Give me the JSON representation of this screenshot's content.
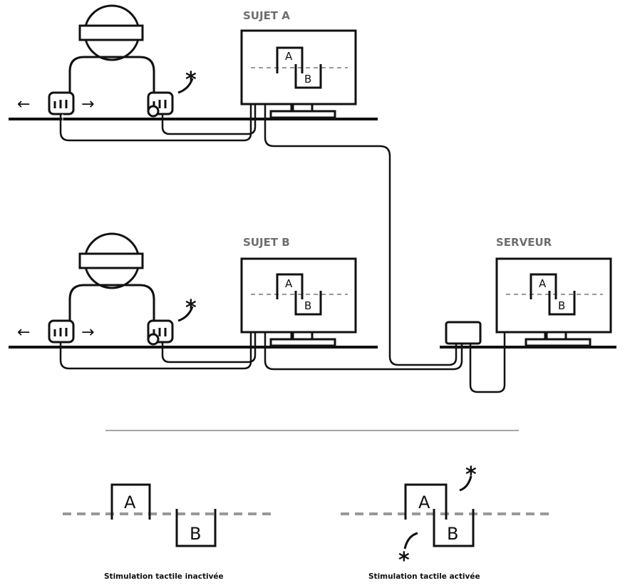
{
  "labels": {
    "subject_a": "SUJET A",
    "subject_b": "SUJET B",
    "server": "SERVEUR"
  },
  "boxes": {
    "a": "A",
    "b": "B"
  },
  "legend": {
    "inactive": "Stimulation tactile inactivée",
    "active": "Stimulation tactile activée"
  },
  "symbols": {
    "star": "*",
    "arrow_left": "←",
    "arrow_right": "→"
  }
}
